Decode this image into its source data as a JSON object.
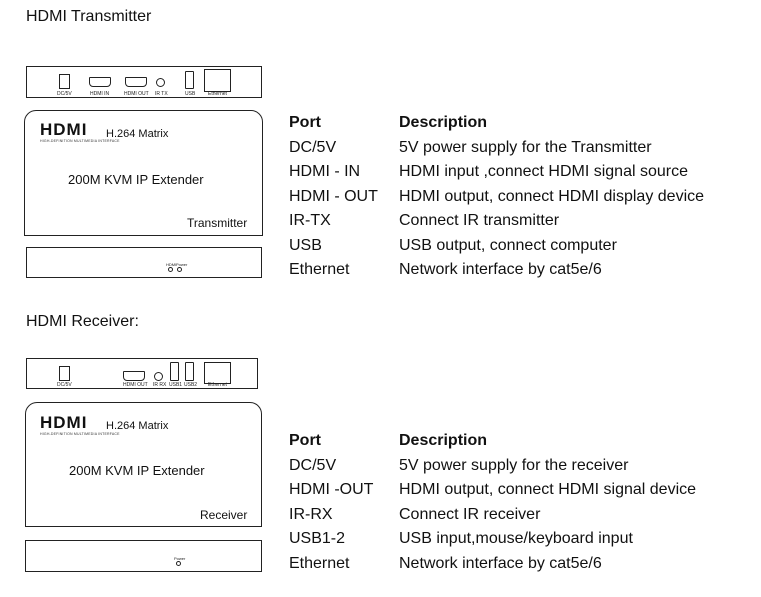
{
  "transmitter": {
    "title": "HDMI Transmitter",
    "back_labels": [
      "DC/5V",
      "HDMI IN",
      "HDMI OUT",
      "IR TX",
      "USB",
      "Ethernet"
    ],
    "logo": "HDMI",
    "logo_sub": "HIGH-DEFINITION MULTIMEDIA INTERFACE",
    "matrix": "H.264 Matrix",
    "model": "200M KVM IP Extender",
    "unit": "Transmitter",
    "front_labels": [
      "HDMI",
      "Power"
    ],
    "table_header": {
      "port": "Port",
      "description": "Description"
    },
    "rows": [
      {
        "port": "DC/5V",
        "description": "5V power supply for the Transmitter"
      },
      {
        "port": "HDMI - IN",
        "description": "HDMI input ,connect HDMI signal source"
      },
      {
        "port": "HDMI - OUT",
        "description": "HDMI output, connect HDMI display device"
      },
      {
        "port": "IR-TX",
        "description": "Connect IR transmitter"
      },
      {
        "port": "USB",
        "description": "USB output, connect computer"
      },
      {
        "port": "Ethernet",
        "description": "Network interface by cat5e/6"
      }
    ]
  },
  "receiver": {
    "title": "HDMI Receiver:",
    "back_labels": [
      "DC/5V",
      "HDMI OUT",
      "IR RX",
      "USB1",
      "USB2",
      "Ethernet"
    ],
    "logo": "HDMI",
    "logo_sub": "HIGH-DEFINITION MULTIMEDIA INTERFACE",
    "matrix": "H.264 Matrix",
    "model": "200M KVM IP Extender",
    "unit": "Receiver",
    "front_labels": [
      "Power"
    ],
    "table_header": {
      "port": "Port",
      "description": "Description"
    },
    "rows": [
      {
        "port": "DC/5V",
        "description": "5V power supply for the receiver"
      },
      {
        "port": "HDMI -OUT",
        "description": "HDMI output, connect HDMI signal device"
      },
      {
        "port": "IR-RX",
        "description": "Connect IR receiver"
      },
      {
        "port": "USB1-2",
        "description": "USB input,mouse/keyboard input"
      },
      {
        "port": "Ethernet",
        "description": "Network interface by cat5e/6"
      }
    ]
  }
}
